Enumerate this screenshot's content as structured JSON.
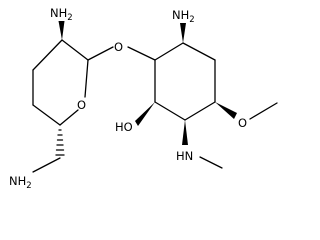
{
  "molecule": {
    "labels": {
      "nh2_top_left": "NH",
      "nh2_top_left_sub": "2",
      "nh2_top_right": "NH",
      "nh2_top_right_sub": "2",
      "nh2_bottom_left": "NH",
      "nh2_bottom_left_sub": "2",
      "o_glycosidic": "O",
      "o_ring": "O",
      "ho": "HO",
      "o_methoxy": "O",
      "hn": "HN"
    },
    "colors": {
      "bond": "#000000",
      "text": "#000000",
      "background": "#ffffff"
    }
  }
}
